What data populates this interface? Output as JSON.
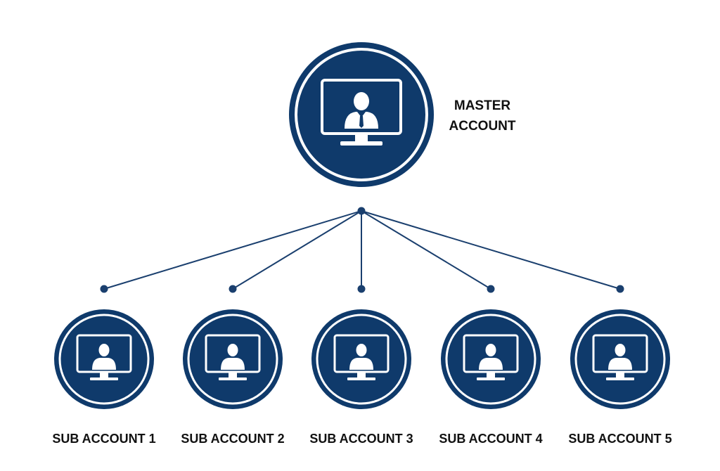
{
  "colors": {
    "node_fill": "#0f3a6b",
    "ring": "#ffffff",
    "icon": "#ffffff",
    "connector": "#1a3f6e",
    "label": "#111111",
    "background": "#ffffff"
  },
  "master": {
    "label_line1": "MASTER",
    "label_line2": "ACCOUNT",
    "icon": "manager-monitor-icon"
  },
  "subs": [
    {
      "label": "SUB ACCOUNT 1",
      "icon": "user-monitor-icon"
    },
    {
      "label": "SUB ACCOUNT 2",
      "icon": "user-monitor-icon"
    },
    {
      "label": "SUB ACCOUNT 3",
      "icon": "user-monitor-icon"
    },
    {
      "label": "SUB ACCOUNT 4",
      "icon": "user-monitor-icon"
    },
    {
      "label": "SUB ACCOUNT 5",
      "icon": "user-monitor-icon"
    }
  ]
}
